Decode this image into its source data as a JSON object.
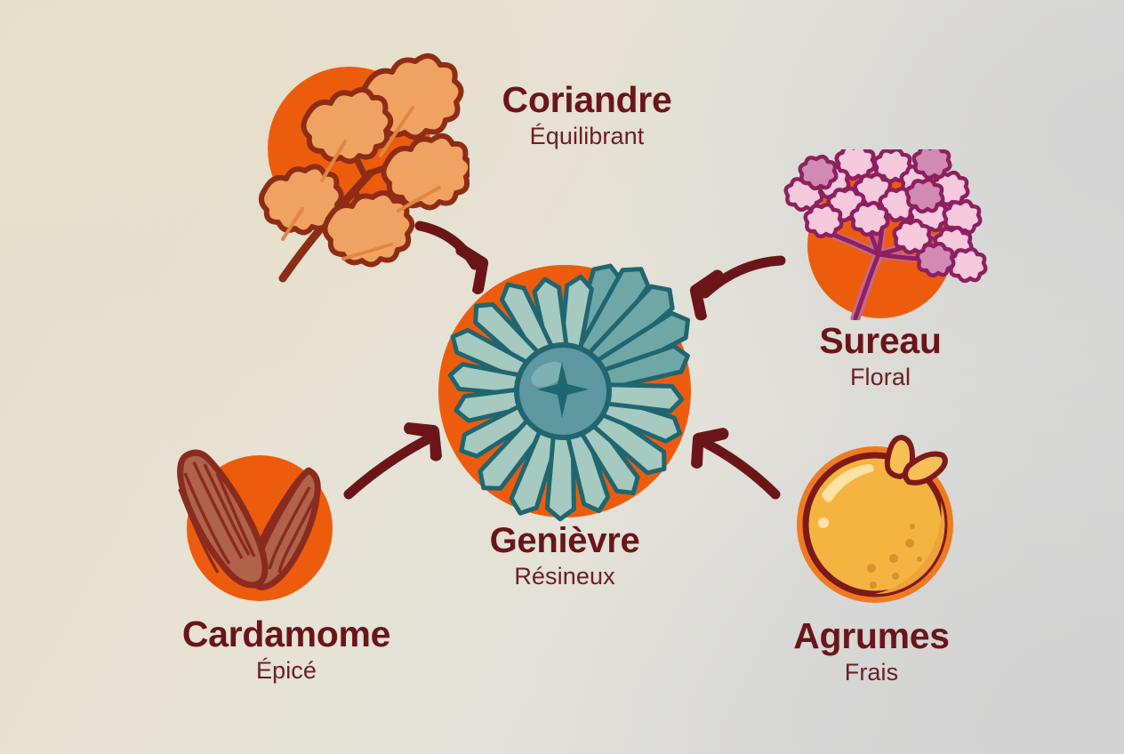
{
  "diagram": {
    "type": "radial-hub-and-spoke",
    "title_visible": false,
    "palette": {
      "background_left": "#e6dcc8",
      "background_right": "#d5d5d5",
      "circle_orange": "#ed5c0c",
      "text_primary": "#6b1518",
      "text_secondary": "#6b2024",
      "arrow": "#6b1518",
      "juniper_needle_light": "#9ec3bc",
      "juniper_needle_dark": "#4f8f96",
      "juniper_outline": "#1f6670",
      "juniper_berry": "#5e98a0",
      "cardamom_pod": "#b0634a",
      "cardamom_outline": "#8a2b20",
      "coriander_leaf": "#f0a263",
      "coriander_outline": "#8e2d14",
      "elderflower_petal": "#f6c9dd",
      "elderflower_outline": "#8e2060",
      "elderflower_stem": "#c06a95",
      "citrus_body": "#f5b43f",
      "citrus_ring": "#ef7a22",
      "citrus_outline": "#7d1a17"
    },
    "center": {
      "id": "genievre",
      "name": "Genièvre",
      "descriptor": "Résineux",
      "icon": "juniper-berry-icon"
    },
    "spokes": [
      {
        "id": "coriandre",
        "name": "Coriandre",
        "descriptor": "Équilibrant",
        "icon": "coriander-leaf-icon",
        "position": "top-left",
        "arrow_to_center": true
      },
      {
        "id": "sureau",
        "name": "Sureau",
        "descriptor": "Floral",
        "icon": "elderflower-icon",
        "position": "top-right",
        "arrow_to_center": true
      },
      {
        "id": "cardamome",
        "name": "Cardamome",
        "descriptor": "Épicé",
        "icon": "cardamom-pod-icon",
        "position": "bottom-left",
        "arrow_to_center": true
      },
      {
        "id": "agrumes",
        "name": "Agrumes",
        "descriptor": "Frais",
        "icon": "citrus-orange-icon",
        "position": "bottom-right",
        "arrow_to_center": true
      }
    ]
  }
}
